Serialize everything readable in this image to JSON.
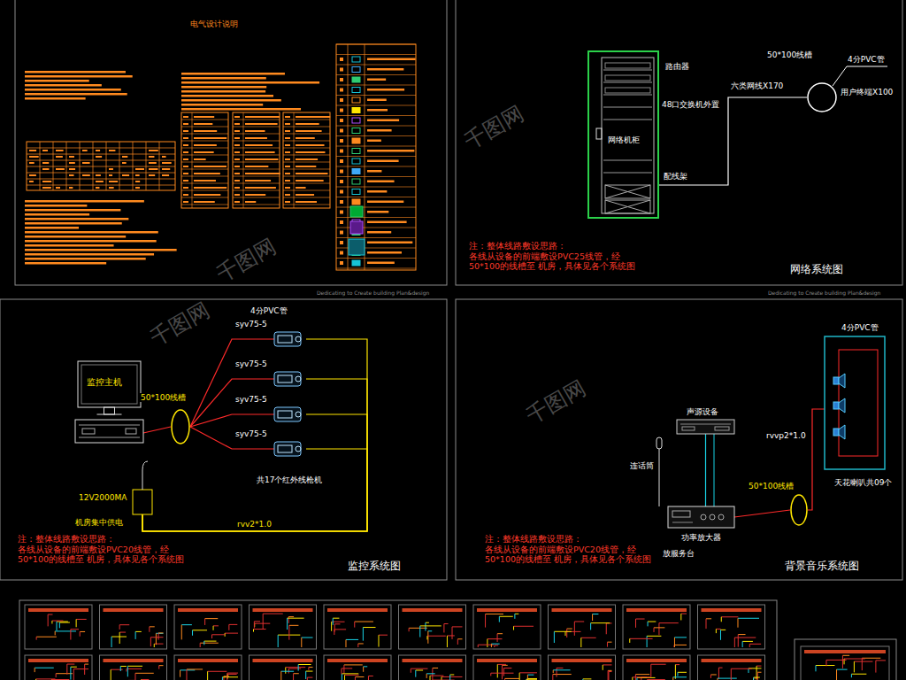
{
  "diagram": {
    "nodes": [
      {
        "text": [
          "网络机柜"
        ]
      },
      {
        "text": [
          "50*100线槽"
        ]
      },
      {
        "text": [
          "监控主机"
        ]
      },
      {
        "text": [
          "50*100线槽"
        ]
      },
      {
        "text": [
          "syv75-5"
        ]
      },
      {
        "text": [
          "syv75-5"
        ]
      },
      {
        "text": [
          "syv75-5"
        ]
      },
      {
        "text": [
          "syv75-5"
        ]
      },
      {
        "text": [
          "12V2000MA",
          "机房集中供电"
        ]
      },
      {
        "text": [
          "4分PVC管",
          "天花喇叭共09个"
        ]
      },
      {
        "text": [
          "声源设备"
        ]
      },
      {
        "text": [
          "功率放大器",
          "放服务台"
        ]
      },
      {
        "text": [
          "50*100线槽"
        ]
      }
    ],
    "edges": [
      {
        "from": 0,
        "to": 1,
        "arrow": "none",
        "label": "六类网线X170"
      },
      {
        "from": 2,
        "to": 3,
        "arrow": "none"
      },
      {
        "from": 3,
        "to": 4,
        "arrow": "none"
      },
      {
        "from": 3,
        "to": 5,
        "arrow": "none"
      },
      {
        "from": 3,
        "to": 6,
        "arrow": "none"
      },
      {
        "from": 3,
        "to": 7,
        "arrow": "none"
      },
      {
        "from": 4,
        "to": 8,
        "arrow": "none"
      },
      {
        "from": 5,
        "to": 8,
        "arrow": "none"
      },
      {
        "from": 6,
        "to": 8,
        "arrow": "none"
      },
      {
        "from": 7,
        "to": 8,
        "arrow": "none",
        "label": "rvv2*1.0"
      },
      {
        "from": 10,
        "to": 11,
        "arrow": "none"
      },
      {
        "from": 11,
        "to": 12,
        "arrow": "none"
      },
      {
        "from": 12,
        "to": 9,
        "arrow": "none",
        "label": "rvvp2*1.0"
      }
    ],
    "labels": [
      "电气设计说明",
      "路由器",
      "48口交换机外置",
      "配线架",
      "4分PVC管",
      "用户终端X100",
      "注：整体线路敷设思路：",
      "各线从设备的前端敷设PVC25线管，经50*100的线槽至 机房，具体见各个系统图",
      "网络系统图",
      "Dedicating to Create building Plan&design",
      "Dedicating to Create building Plan&design",
      "4分PVC管",
      "共17个红外线枪机",
      "注：整体线路敷设思路：",
      "各线从设备的前端敷设PVC20线管，经50*100的线槽至 机房，具体见各个系统图",
      "监控系统图",
      "连话筒",
      "注：整体线路敷设思路：",
      "各线从设备的前端敷设PVC20线管，经50*100的线槽至 机房，具体见各个系统图",
      "背景音乐系统图",
      "千图网",
      "千图网",
      "千图网",
      "千图网"
    ]
  }
}
